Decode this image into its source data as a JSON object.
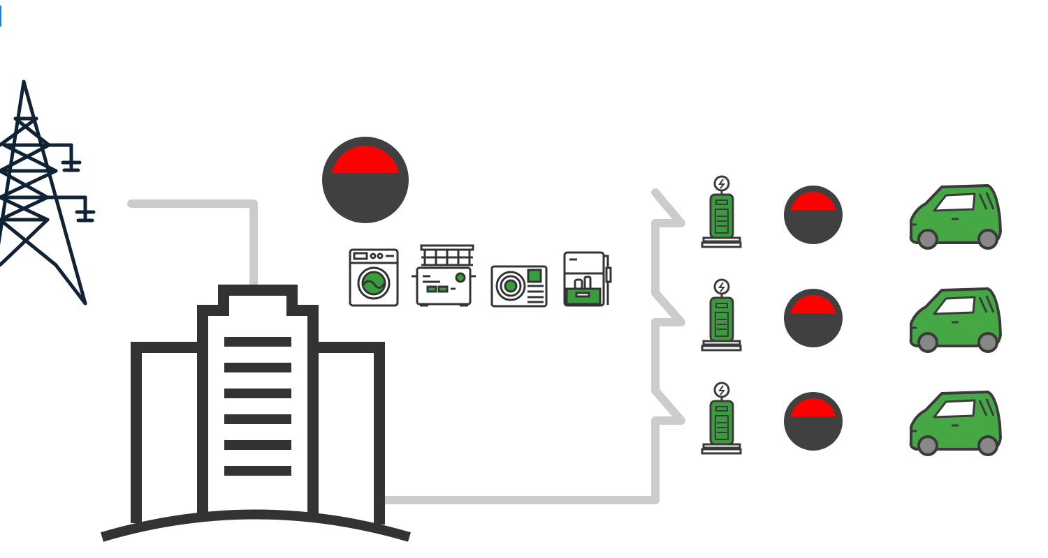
{
  "colors": {
    "accent_mark": "#1a7fd4",
    "tower": "#102235",
    "building": "#333333",
    "wire": "#cccccc",
    "meter_body": "#404040",
    "meter_level": "#ff0000",
    "appliance_outline": "#333333",
    "appliance_fill": "#3a9d3d",
    "charger_fill": "#3a9d3d",
    "car_body": "#45a845",
    "car_outline": "#3a3a3a",
    "wheel": "#888888"
  },
  "meters": {
    "building_meter_level": 0.4,
    "charger_meter_levels": [
      0.4,
      0.4,
      0.4
    ]
  },
  "icons": {
    "grid": "power-tower-icon",
    "building": "office-building-icon",
    "appliances": [
      "washing-machine-icon",
      "kitchen-appliance-icon",
      "air-conditioner-icon",
      "refrigerator-icon"
    ],
    "charger": "ev-charging-station-icon",
    "vehicle": "electric-car-icon"
  },
  "charging_points": 3
}
